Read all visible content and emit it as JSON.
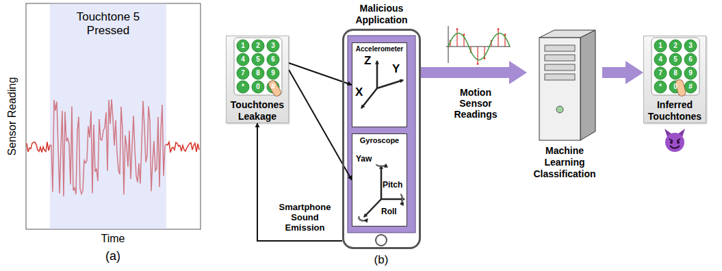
{
  "diagram": {
    "nodes": [
      {
        "text": [
          "Touchtone 5 Pressed"
        ]
      },
      {
        "text": [
          "Touchtones Leakage"
        ]
      },
      {
        "text": [
          "Malicious Application"
        ]
      },
      {
        "text": [
          "Accelerometer"
        ],
        "in": 2
      },
      {
        "text": [
          "Gyroscope"
        ],
        "in": 2
      },
      {
        "text": [
          "Machine Learning Classification"
        ]
      },
      {
        "text": [
          "Inferred Touchtones"
        ]
      }
    ],
    "edges": [
      {
        "from": 1,
        "to": 3,
        "arrow": "to"
      },
      {
        "from": 1,
        "to": 4,
        "arrow": "to"
      },
      {
        "from": 2,
        "to": 1,
        "label": "Smartphone Sound Emission",
        "arrow": "to"
      },
      {
        "from": 2,
        "to": 5,
        "label": "Motion Sensor Readings",
        "arrow": "to"
      },
      {
        "from": 5,
        "to": 6,
        "arrow": "to"
      }
    ],
    "labels": [
      "Sensor Reading",
      "Time",
      "(a)",
      "1",
      "2",
      "3",
      "4",
      "5",
      "6",
      "7",
      "8",
      "9",
      "*",
      "0",
      "#",
      "Z",
      "X",
      "Y",
      "Yaw",
      "Pitch",
      "Roll",
      "1",
      "2",
      "3",
      "4",
      "5",
      "6",
      "7",
      "8",
      "9",
      "*",
      "0",
      "#",
      "(b)"
    ]
  }
}
